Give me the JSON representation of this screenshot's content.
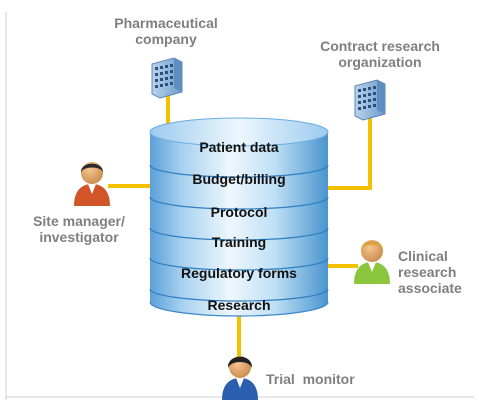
{
  "diagram": {
    "database": {
      "layers": [
        "Patient data",
        "Budget/billing",
        "Protocol",
        "Training",
        "Regulatory forms",
        "Research"
      ]
    },
    "actors": {
      "pharma": {
        "label_line1": "Pharmaceutical",
        "label_line2": "company",
        "icon": "office-building-icon"
      },
      "cro": {
        "label_line1": "Contract research",
        "label_line2": "organization",
        "icon": "office-building-icon"
      },
      "site_manager": {
        "label_line1": "Site manager/",
        "label_line2": "investigator",
        "icon": "person-icon"
      },
      "cra": {
        "label_line1": "Clinical",
        "label_line2": "research",
        "label_line3": "associate",
        "icon": "person-icon"
      },
      "trial_monitor": {
        "label": "Trial  monitor",
        "icon": "person-icon"
      }
    },
    "colors": {
      "connector": "#f2c100",
      "label_text": "#7f7f7f",
      "cylinder_light": "#e6f3fc",
      "cylinder_dark": "#4a94cf",
      "building": "#7fa9d4",
      "site_manager_shirt": "#d2552a",
      "cra_shirt": "#8cc63f",
      "trial_monitor_shirt": "#2b5fae"
    }
  }
}
